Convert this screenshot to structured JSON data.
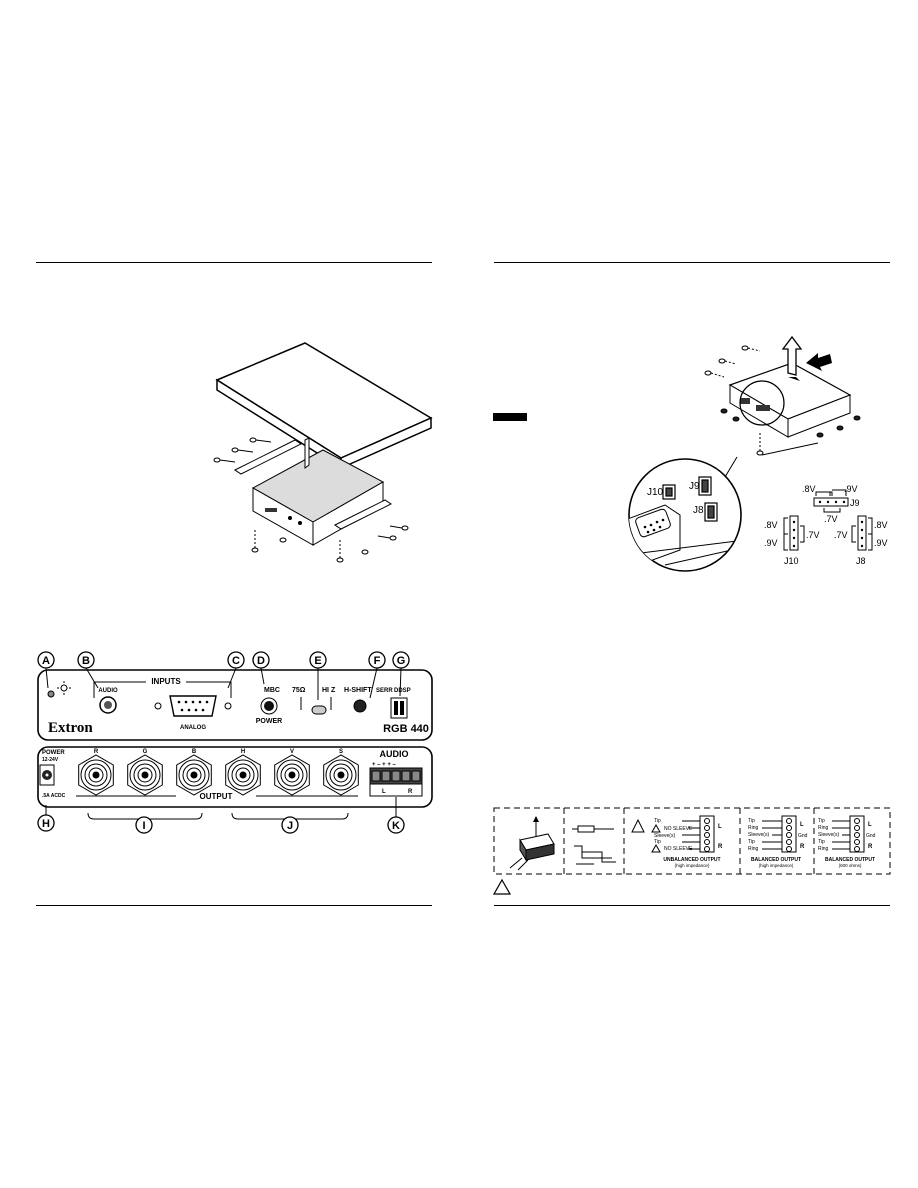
{
  "front_panel": {
    "callouts": [
      "A",
      "B",
      "C",
      "D",
      "E",
      "F",
      "G"
    ],
    "inputs_label": "INPUTS",
    "audio_label": "AUDIO",
    "analog_label": "ANALOG",
    "brand": "Extron",
    "mbc_label": "MBC",
    "power_label": "POWER",
    "ohm_label": "75Ω",
    "hiz_label": "HI Z",
    "hshift_label": "H-SHIFT",
    "serr_label": "SERR",
    "ddsp_label": "DDSP",
    "model": "RGB 440"
  },
  "rear_panel": {
    "power_label": "POWER",
    "power_spec": "12-24V",
    "power_amp": ".5A  ACDC",
    "bnc_labels": [
      "R",
      "G",
      "B",
      "H",
      "V",
      "S"
    ],
    "output_label": "OUTPUT",
    "audio_label": "AUDIO",
    "audio_pins": "+  –  +  +  –",
    "audio_l": "L",
    "audio_r": "R",
    "callouts": [
      "H",
      "I",
      "J",
      "K"
    ]
  },
  "jumpers": {
    "j10": "J10",
    "j9": "J9",
    "j8": "J8",
    "v8": ".8V",
    "v9": ".9V",
    "v7": ".7V"
  },
  "wiring": {
    "tip": "Tip",
    "ring": "Ring",
    "sleeve": "Sleeve(s)",
    "gnd": "Gnd",
    "no_sleeve": "NO SLEEVE",
    "l": "L",
    "r": "R",
    "unbalanced_title": "UNBALANCED OUTPUT",
    "unbalanced_sub": "(high impedance)",
    "balanced_title": "BALANCED OUTPUT",
    "balanced_sub": "(high impedance)",
    "balanced2_title": "BALANCED OUTPUT",
    "balanced2_sub": "(600 ohms)"
  }
}
